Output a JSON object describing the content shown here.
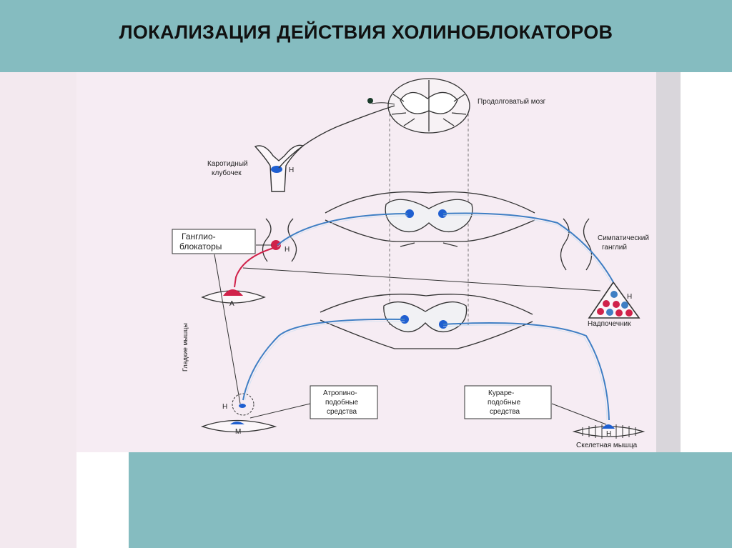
{
  "slide": {
    "title": "ЛОКАЛИЗАЦИЯ ДЕЙСТВИЯ ХОЛИНОБЛОКАТОРОВ"
  },
  "diagram": {
    "labels": {
      "medulla": "Продолговатый мозг",
      "carotid_line1": "Каротидный",
      "carotid_line2": "клубочек",
      "ganglioblockers_line1": "Ганглио-",
      "ganglioblockers_line2": "блокаторы",
      "sympathetic_line1": "Симпатический",
      "sympathetic_line2": "ганглий",
      "adrenal": "Надпочечник",
      "smooth_muscle": "Гладкие мышцы",
      "atropine_line1": "Атропино-",
      "atropine_line2": "подобные",
      "atropine_line3": "средства",
      "curare_line1": "Кураре-",
      "curare_line2": "подобные",
      "curare_line3": "средства",
      "skeletal": "Скелетная мышца",
      "receptor_n": "Н",
      "receptor_a": "А",
      "receptor_m": "М"
    },
    "colors": {
      "background": "#f6ecf3",
      "nerve_blue": "#3f7fc4",
      "synapse_red": "#d0224a",
      "receptor_blue": "#1f5fd0",
      "accent_teal": "#85bcc0"
    }
  }
}
